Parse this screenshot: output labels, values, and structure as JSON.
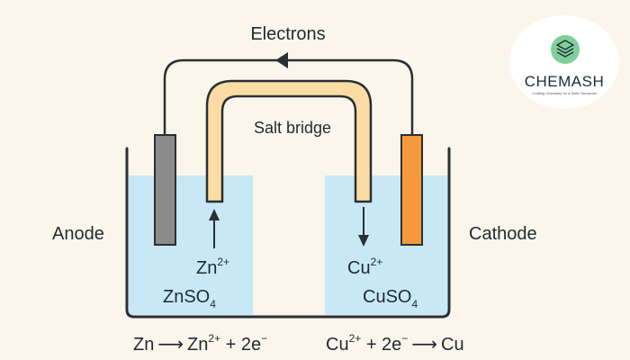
{
  "wire": {
    "label": "Electrons"
  },
  "salt_bridge": {
    "label": "Salt bridge"
  },
  "anode": {
    "label": "Anode"
  },
  "cathode": {
    "label": "Cathode"
  },
  "left_ion": {
    "base": "Zn",
    "charge": "2+"
  },
  "right_ion": {
    "base": "Cu",
    "charge": "2+"
  },
  "left_solution": {
    "prefix": "ZnSO",
    "sub": "4"
  },
  "right_solution": {
    "prefix": "CuSO",
    "sub": "4"
  },
  "equations": {
    "oxidation": {
      "lhs": "Zn",
      "arrow": "⟶",
      "product": "Zn",
      "charge": "2+",
      "rest": " + 2e",
      "electron_sign": "−"
    },
    "reduction": {
      "reactant": "Cu",
      "charge": "2+",
      "mid": " + 2e",
      "electron_sign": "−",
      "arrow": "⟶",
      "product": "Cu"
    }
  },
  "logo": {
    "name": "CHEMASH",
    "tagline": "Crafting Chemistry for a Safer Tomorrow"
  },
  "colors": {
    "background": "#fbf6ec",
    "solution": "#c9e8f6",
    "anode_electrode": "#8b8b8b",
    "cathode_electrode": "#f59a3c",
    "salt_bridge": "#fbdca4",
    "logo_green": "#7ed09a"
  }
}
